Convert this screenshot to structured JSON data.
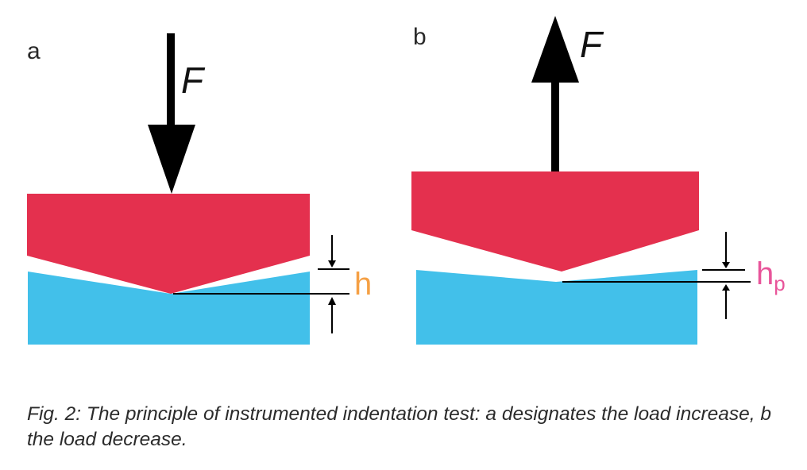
{
  "panels": {
    "a": {
      "letter": "a",
      "force": "F",
      "depth_label": "h"
    },
    "b": {
      "letter": "b",
      "force": "F",
      "depth_label": "h",
      "depth_sub": "p"
    }
  },
  "colors": {
    "indenter": "#E4304E",
    "specimen": "#42C0EA",
    "depth_h": "#F5A044",
    "depth_hp": "#E8559A",
    "arrow": "#000000"
  },
  "caption": "Fig. 2: The principle of instrumented indentation test: a designates the load increase, b the load decrease."
}
